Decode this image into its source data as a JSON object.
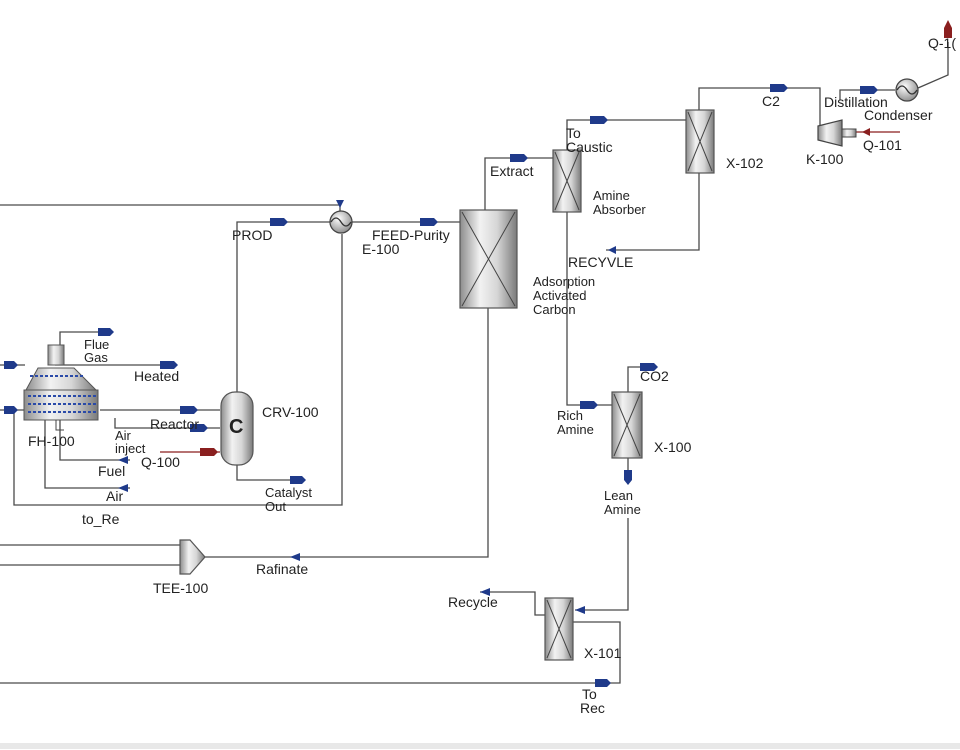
{
  "labels": {
    "q10x": "Q-1(",
    "c2": "C2",
    "distillation": "Distillation",
    "condenser": "Condenser",
    "to": "To",
    "caustic": "Caustic",
    "x102": "X-102",
    "k100": "K-100",
    "q101": "Q-101",
    "extract": "Extract",
    "amine": "Amine",
    "absorber": "Absorber",
    "prod": "PROD",
    "feed_purity": "FEED-Purity",
    "e100": "E-100",
    "recyvle": "RECYVLE",
    "adsorption": "Adsorption",
    "activated": "Activated",
    "carbon": "Carbon",
    "flue": "Flue",
    "gas": "Gas",
    "heated": "Heated",
    "crv100": "CRV-100",
    "reactor": "Reactor",
    "fh100": "FH-100",
    "air": "Air",
    "inject": "inject",
    "q100": "Q-100",
    "fuel": "Fuel",
    "air2": "Air",
    "to_re": "to_Re",
    "catalyst": "Catalyst",
    "out": "Out",
    "co2": "CO2",
    "rich": "Rich",
    "amine2": "Amine",
    "x100": "X-100",
    "lean": "Lean",
    "amine3": "Amine",
    "rafinate": "Rafinate",
    "tee100": "TEE-100",
    "recycle": "Recycle",
    "x101": "X-101",
    "to2": "To",
    "rec": "Rec"
  },
  "colors": {
    "energy_stream": "#8a1f1f",
    "material_arrow": "#1f3a8a",
    "line": "#4a4a4a"
  }
}
